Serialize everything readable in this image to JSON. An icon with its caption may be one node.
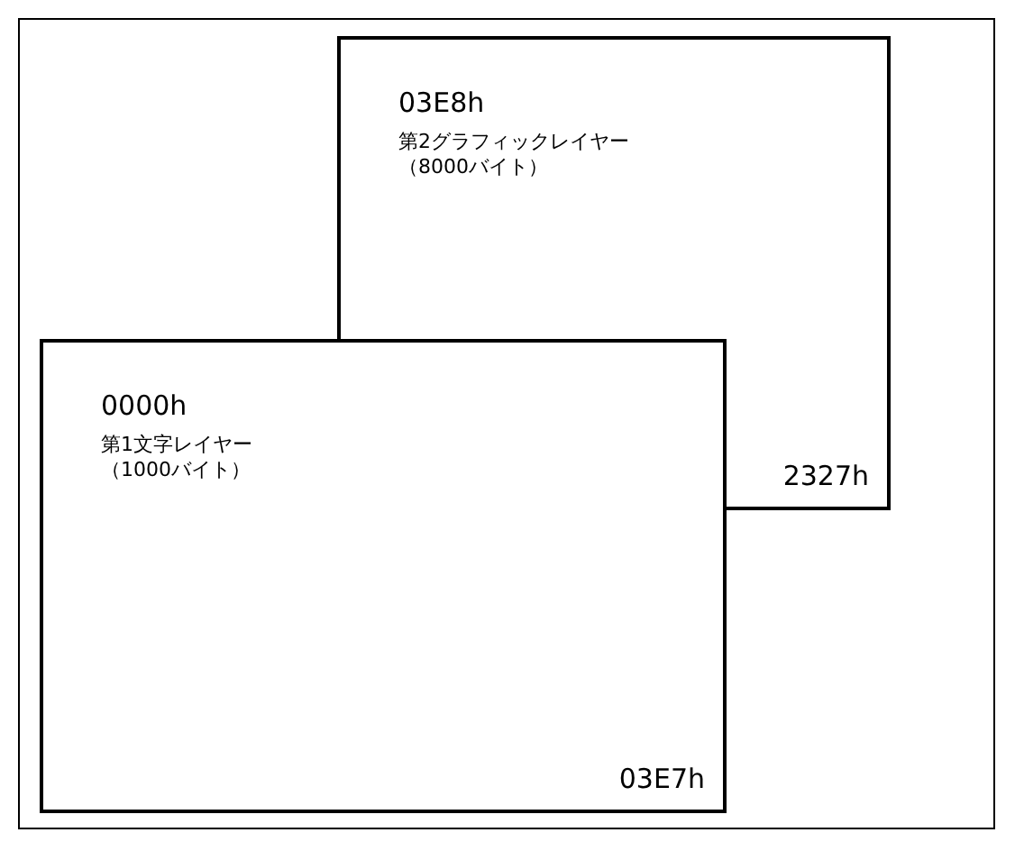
{
  "diagram": {
    "nodes": [
      {
        "text": [
          "03E8h",
          "第2グラフィックレイヤー（8000バイト）",
          "2327h"
        ]
      },
      {
        "text": [
          "0000h",
          "第1文字レイヤー（1000バイト）",
          "03E7h"
        ]
      }
    ]
  }
}
